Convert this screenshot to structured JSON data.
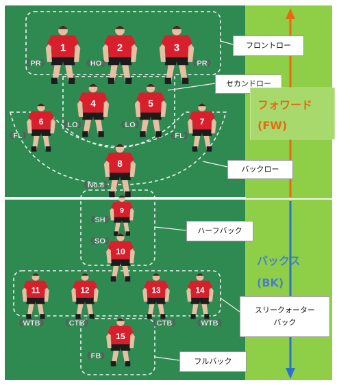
{
  "colors": {
    "pitch": "#2f8a52",
    "side": "#8fce47",
    "jersey": "#d8202d",
    "skin": "#e7bfa2",
    "forward": "#e76a12",
    "backs": "#4a80c9"
  },
  "players": [
    {
      "number": "1",
      "pos": "PR"
    },
    {
      "number": "2",
      "pos": "HO"
    },
    {
      "number": "3",
      "pos": "PR"
    },
    {
      "number": "4",
      "pos": "LO"
    },
    {
      "number": "5",
      "pos": "LO"
    },
    {
      "number": "6",
      "pos": "FL"
    },
    {
      "number": "7",
      "pos": "FL"
    },
    {
      "number": "8",
      "pos": "No.8"
    },
    {
      "number": "9",
      "pos": "SH"
    },
    {
      "number": "10",
      "pos": "SO"
    },
    {
      "number": "11",
      "pos": "WTB"
    },
    {
      "number": "12",
      "pos": "CTB"
    },
    {
      "number": "13",
      "pos": "CTB"
    },
    {
      "number": "14",
      "pos": "WTB"
    },
    {
      "number": "15",
      "pos": "FB"
    }
  ],
  "callouts": {
    "front_row": "フロントロー",
    "second_row": "セカンドロー",
    "back_row": "バックロー",
    "half_back": "ハーフバック",
    "three_quarter_1": "スリークォーター",
    "three_quarter_2": "バック",
    "full_back": "フルバック"
  },
  "groups": {
    "forwards": {
      "name": "フォワード",
      "abbr": "(FW)"
    },
    "backs": {
      "name": "バックス",
      "abbr": "(BK)"
    }
  }
}
